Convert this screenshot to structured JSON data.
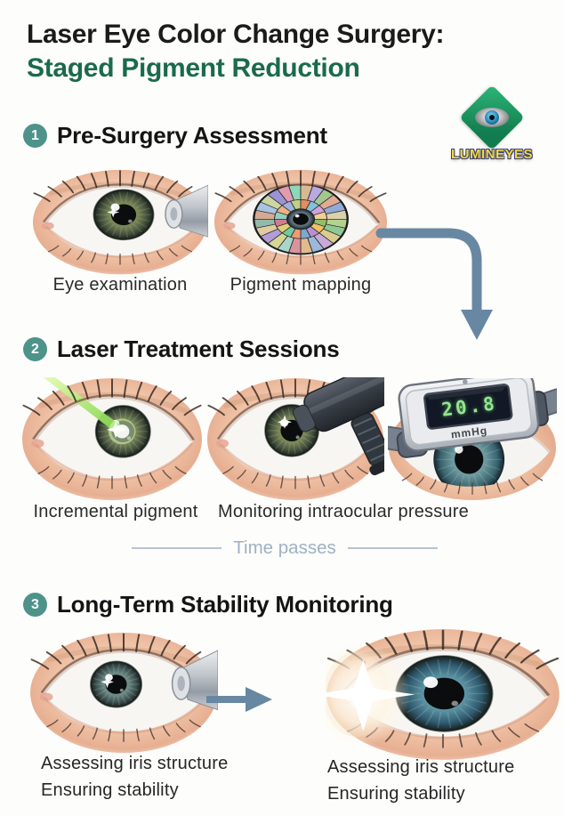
{
  "title": {
    "line1": "Laser Eye Color Change Surgery:",
    "line2": "Staged Pigment Reduction"
  },
  "logo": {
    "brand": "LUMINEYES"
  },
  "sections": [
    {
      "number": "1",
      "heading": "Pre-Surgery Assessment",
      "captions": [
        "Eye examination",
        "Pigment mapping"
      ]
    },
    {
      "number": "2",
      "heading": "Laser Treatment Sessions",
      "captions": [
        "Incremental pigment",
        "Monitoring intraocular pressure"
      ]
    },
    {
      "number": "3",
      "heading": "Long-Term Stability Monitoring",
      "captions": [
        "Assessing iris structure",
        "Ensuring stability"
      ]
    }
  ],
  "divider": {
    "label": "Time passes"
  },
  "device": {
    "reading": "20.8",
    "unit": "mmHg"
  },
  "colors": {
    "accent_green": "#1a6b4a",
    "badge_teal": "#4d938a",
    "arrow_blue": "#6887a3",
    "brand_yellow": "#f3d93b",
    "logo_green": "#1d9e63"
  }
}
